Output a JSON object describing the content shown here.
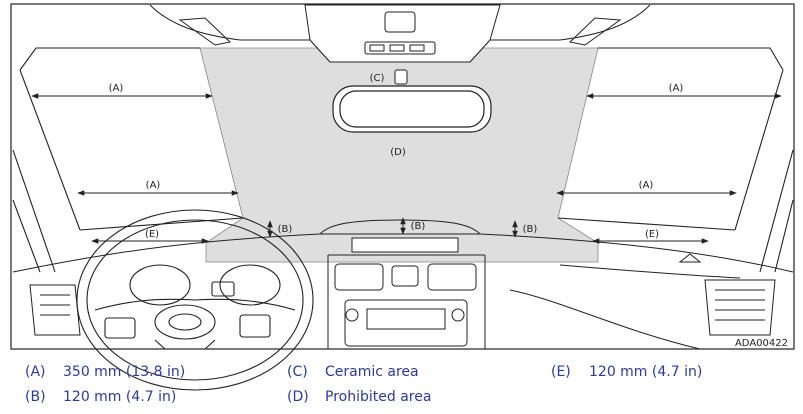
{
  "labels": {
    "A": "(A)",
    "B": "(B)",
    "C": "(C)",
    "D": "(D)",
    "E": "(E)"
  },
  "image_code": "ADA00422",
  "legend": [
    {
      "key": "(A)",
      "text": "350 mm (13.8 in)"
    },
    {
      "key": "(B)",
      "text": "120 mm (4.7 in)"
    },
    {
      "key": "(C)",
      "text": "Ceramic area"
    },
    {
      "key": "(D)",
      "text": "Prohibited area"
    },
    {
      "key": "(E)",
      "text": "120 mm (4.7 in)"
    }
  ],
  "colors": {
    "prohibited_area": "#dedede",
    "legend_text": "#2b3aa0",
    "line": "#222222"
  }
}
